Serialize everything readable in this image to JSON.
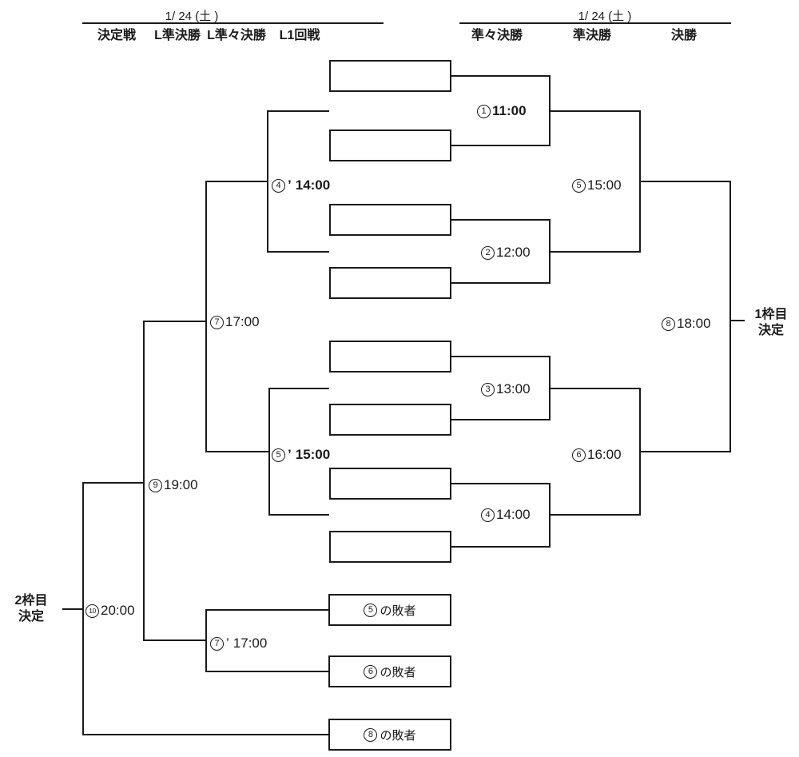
{
  "header_left": {
    "date": "1/ 24 (土 )",
    "columns": [
      "決定戦",
      "L準決勝",
      "L準々決勝",
      "L1回戦"
    ]
  },
  "header_right": {
    "date": "1/ 24 (土 )",
    "columns": [
      "準々決勝",
      "準決勝",
      "決勝"
    ]
  },
  "matches": {
    "qf1": {
      "num": "1",
      "time": "11:00"
    },
    "qf2": {
      "num": "2",
      "time": "12:00"
    },
    "qf3": {
      "num": "3",
      "time": "13:00"
    },
    "qf4": {
      "num": "4",
      "time": "14:00"
    },
    "sf1": {
      "num": "5",
      "time": "15:00"
    },
    "sf2": {
      "num": "6",
      "time": "16:00"
    },
    "final": {
      "num": "8",
      "time": "18:00"
    },
    "l_r1a": {
      "num": "4",
      "prime": "’",
      "time": "14:00"
    },
    "l_r1b": {
      "num": "5",
      "prime": "’",
      "time": "15:00"
    },
    "l_qf": {
      "num": "7",
      "time": "17:00"
    },
    "l_feed": {
      "num": "7",
      "prime": "’",
      "time": "17:00"
    },
    "l_sf": {
      "num": "9",
      "time": "19:00"
    },
    "l_final": {
      "num": "10",
      "time": "20:00"
    }
  },
  "results": {
    "winner_line1": "1枠目",
    "winner_line2": "決定",
    "loser_line1": "2枠目",
    "loser_line2": "決定"
  },
  "feed_boxes": [
    {
      "num": "5",
      "label": "の敗者"
    },
    {
      "num": "6",
      "label": "の敗者"
    },
    {
      "num": "8",
      "label": "の敗者"
    }
  ]
}
